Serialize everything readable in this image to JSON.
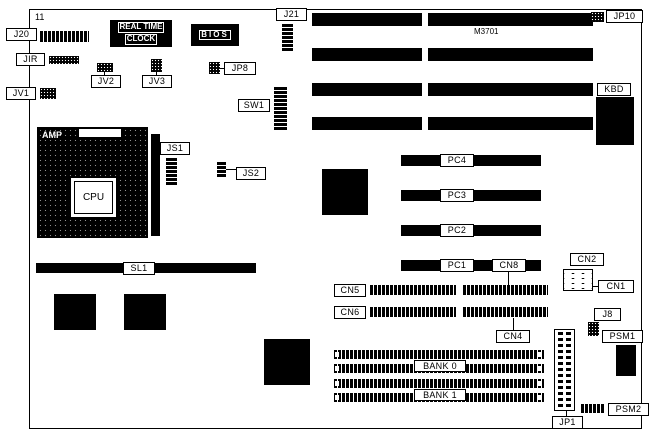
{
  "diagram": {
    "figure_ref": "11",
    "chip_marking": "M3701"
  },
  "chips": {
    "rtc_line1": "REAL TIME",
    "rtc_line2": "CLOCK",
    "bios": "BIOS"
  },
  "cpu": {
    "amp": "AMP",
    "label": "CPU"
  },
  "callouts": {
    "j20": "J20",
    "jir": "JIR",
    "jv1": "JV1",
    "jv2": "JV2",
    "jv3": "JV3",
    "j21": "J21",
    "jp8": "JP8",
    "jp10": "JP10",
    "sw1": "SW1",
    "kbd": "KBD",
    "js1": "JS1",
    "js2": "JS2",
    "sl1": "SL1",
    "pc1": "PC1",
    "pc2": "PC2",
    "pc3": "PC3",
    "pc4": "PC4",
    "cn1": "CN1",
    "cn2": "CN2",
    "cn4": "CN4",
    "cn5": "CN5",
    "cn6": "CN6",
    "cn8": "CN8",
    "j8": "J8",
    "psm1": "PSM1",
    "psm2": "PSM2",
    "jp1": "JP1",
    "bank0": "BANK 0",
    "bank1": "BANK 1"
  }
}
